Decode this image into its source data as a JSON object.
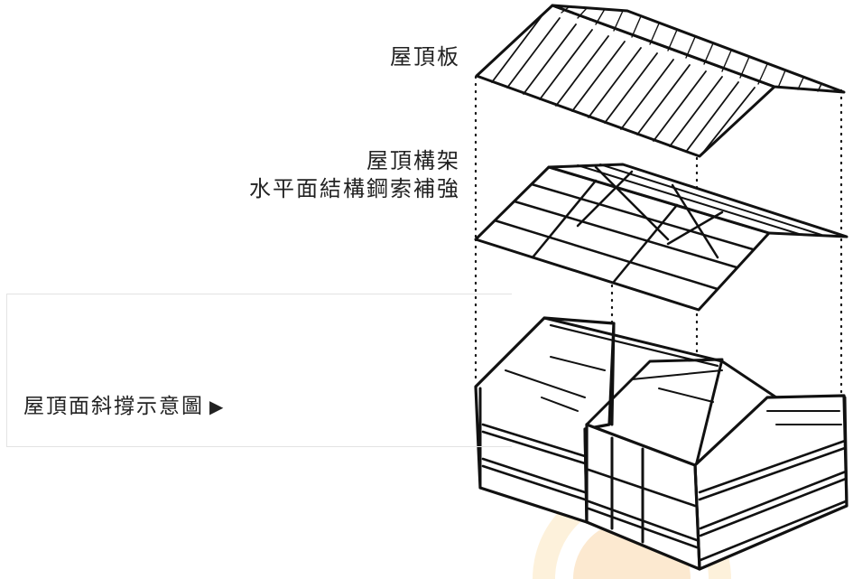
{
  "labels": {
    "roof_board": "屋頂板",
    "roof_frame_line1": "屋頂構架",
    "roof_frame_line2": "水平面結構鋼索補強"
  },
  "caption": {
    "text": "屋頂面斜撐示意圖",
    "arrow_icon": "triangle-right-icon"
  },
  "colors": {
    "ink": "#111111",
    "watermark": "#f39a2a"
  }
}
